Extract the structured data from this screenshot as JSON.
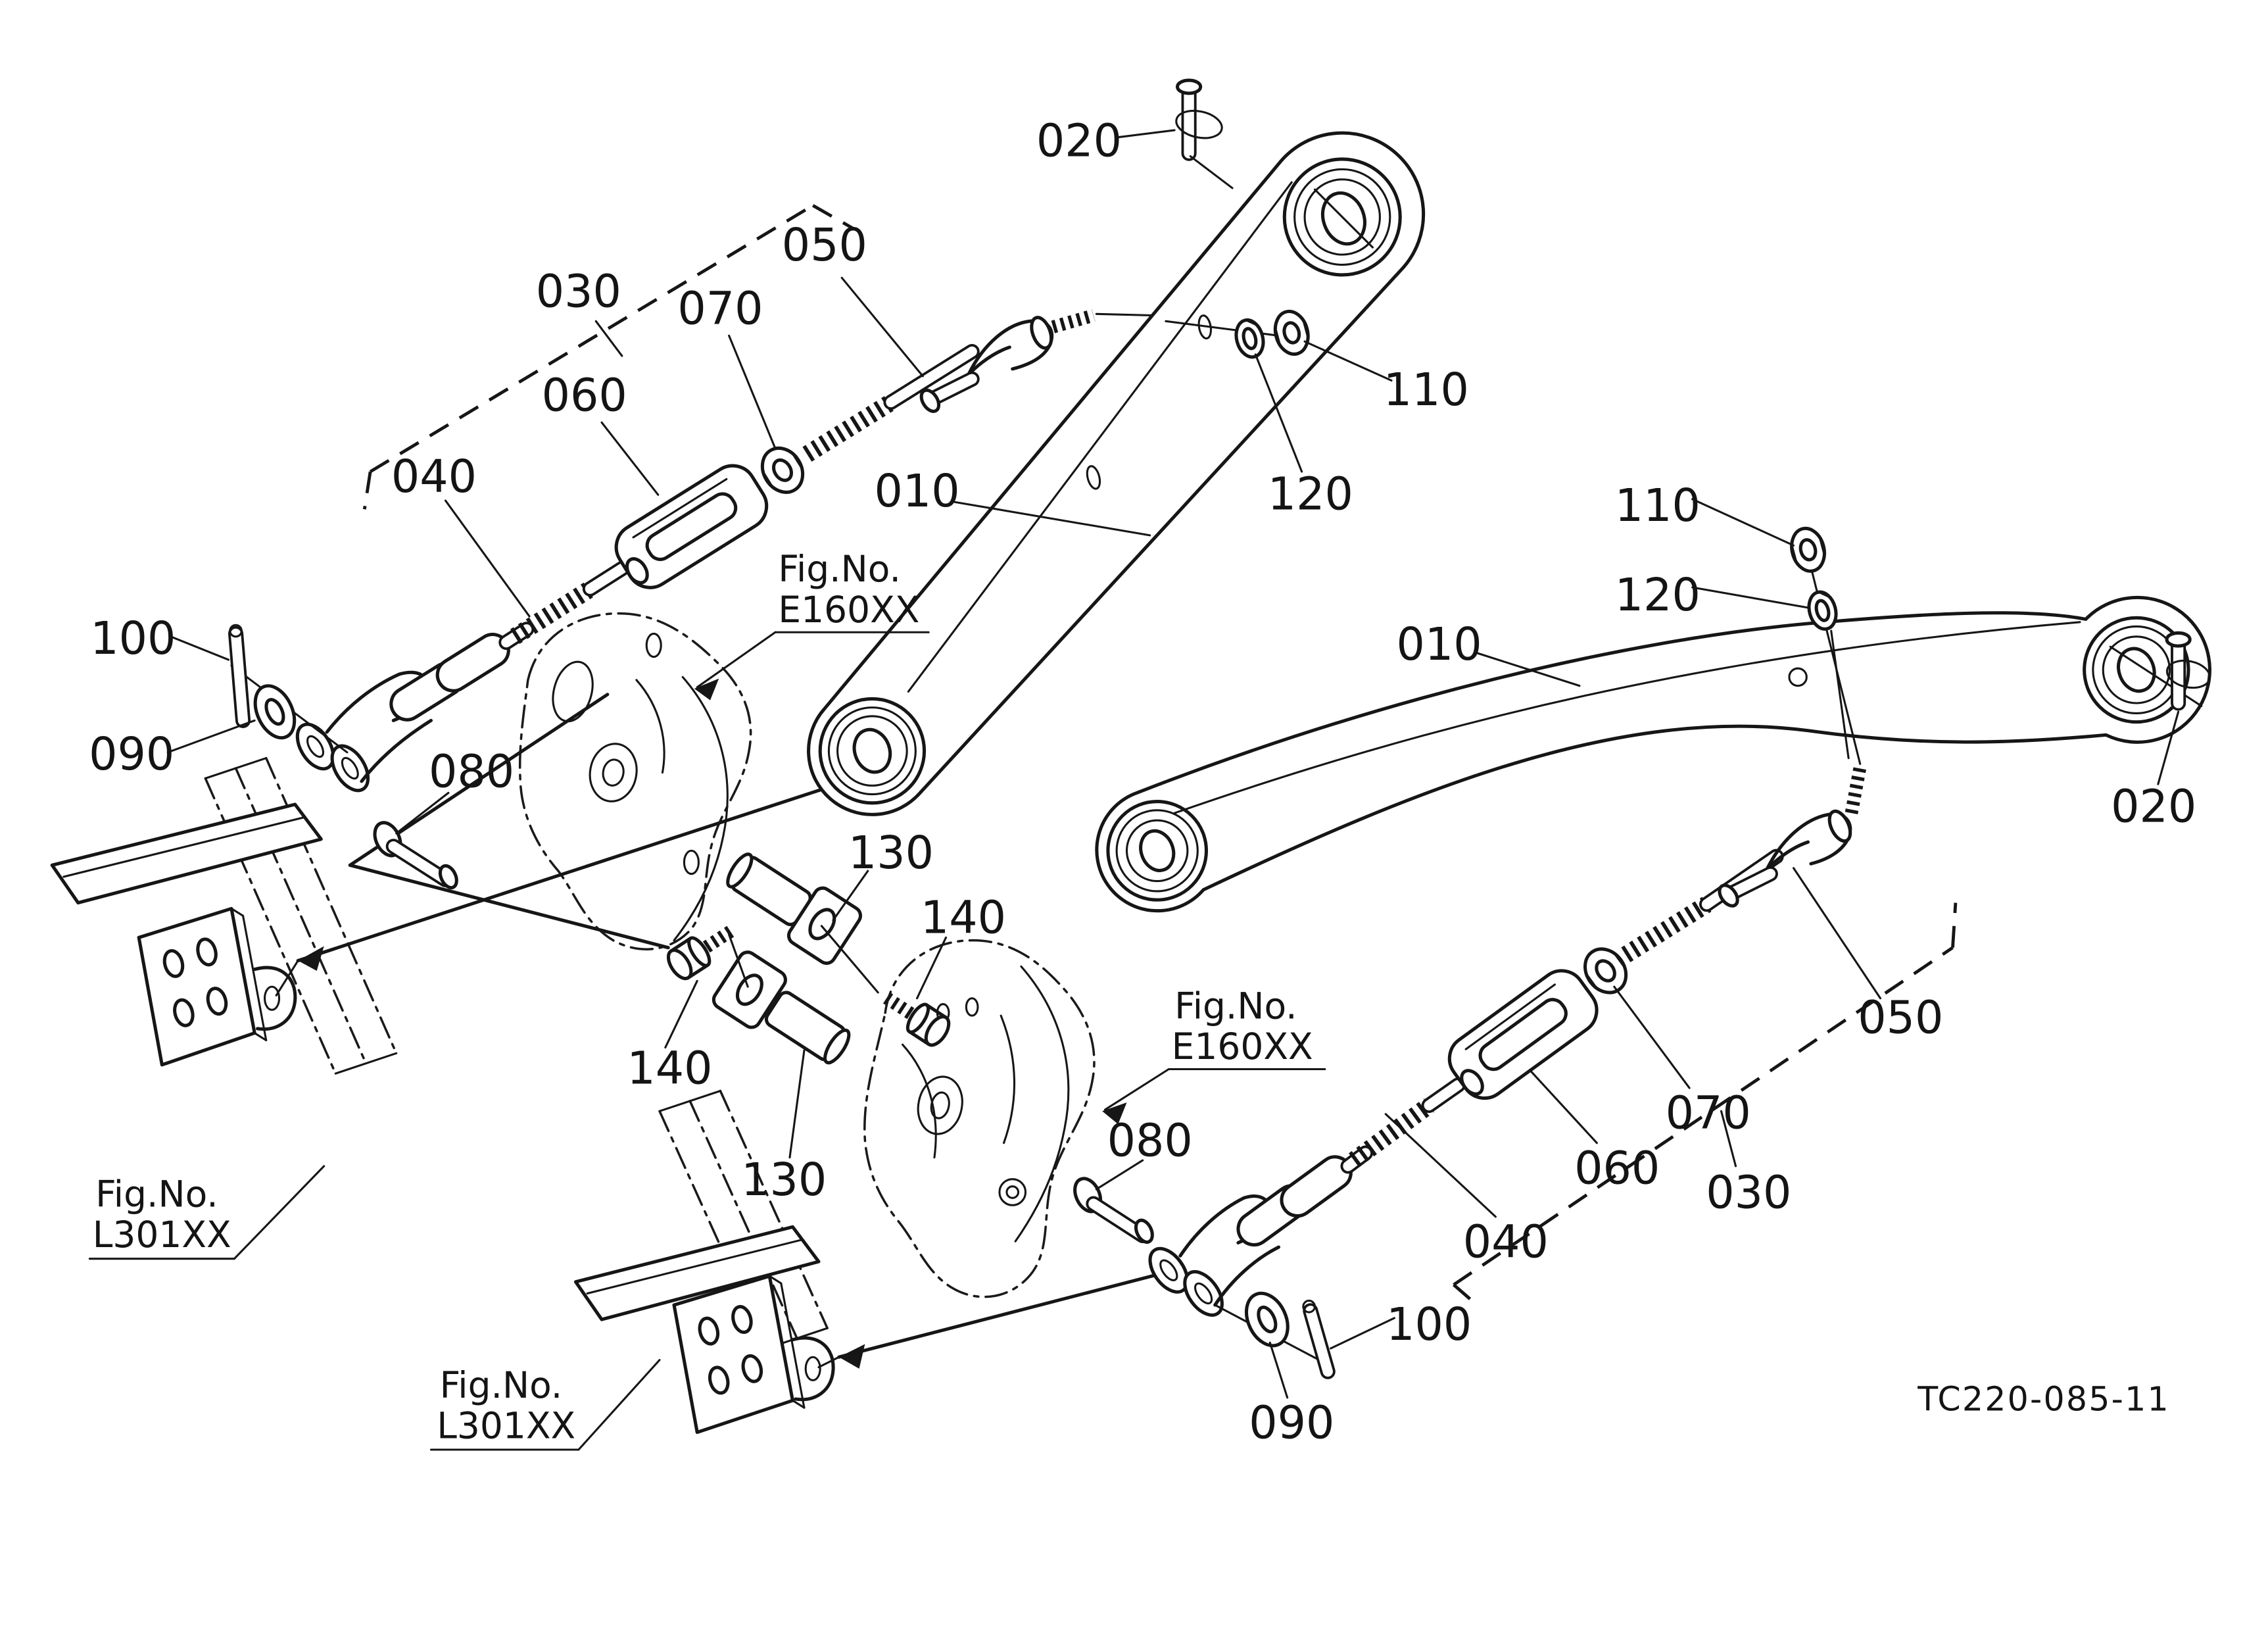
{
  "diagram": {
    "code": "TC220-085-11",
    "fig_ref_prefix": "Fig.No.",
    "fig_ref_e160": "E160XX",
    "fig_ref_l301": "L301XX",
    "parts": {
      "lower_link": "010",
      "linch_pin": "020",
      "lift_rod_assembly": "030",
      "rod_end_lower": "040",
      "rod_end_upper": "050",
      "turnbuckle_body": "060",
      "lock_nut": "070",
      "clevis_pin": "080",
      "plain_washer": "090",
      "cotter_pin": "100",
      "hex_nut": "110",
      "spring_washer": "120",
      "stabilizer_pin": "130",
      "stabilizer_bolt": "140"
    }
  }
}
